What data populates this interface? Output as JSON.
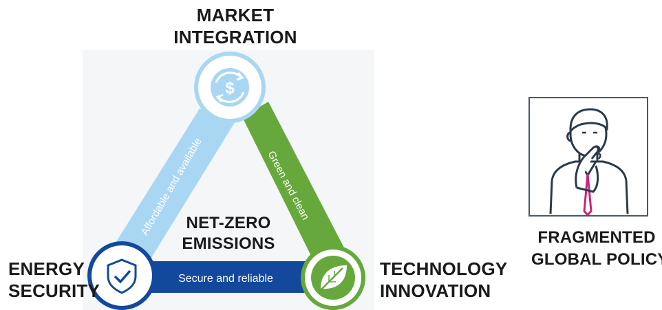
{
  "diagram": {
    "top_node": {
      "line1": "MARKET",
      "line2": "INTEGRATION",
      "icon": "dollar-exchange-icon"
    },
    "left_node": {
      "line1": "ENERGY",
      "line2": "SECURITY",
      "icon": "shield-check-icon"
    },
    "right_node": {
      "line1": "TECHNOLOGY",
      "line2": "INNOVATION",
      "icon": "leaf-icon"
    },
    "center": {
      "line1": "NET-ZERO",
      "line2": "EMISSIONS"
    },
    "edges": {
      "left": "Affordable and available",
      "right": "Green and clean",
      "bottom": "Secure and reliable"
    },
    "colors": {
      "light_blue": "#a9d7f3",
      "green": "#66a83c",
      "dark_blue": "#12499c"
    }
  },
  "side_panel": {
    "icon": "thinking-person-icon",
    "line1": "FRAGMENTED",
    "line2": "GLOBAL POLICY"
  }
}
